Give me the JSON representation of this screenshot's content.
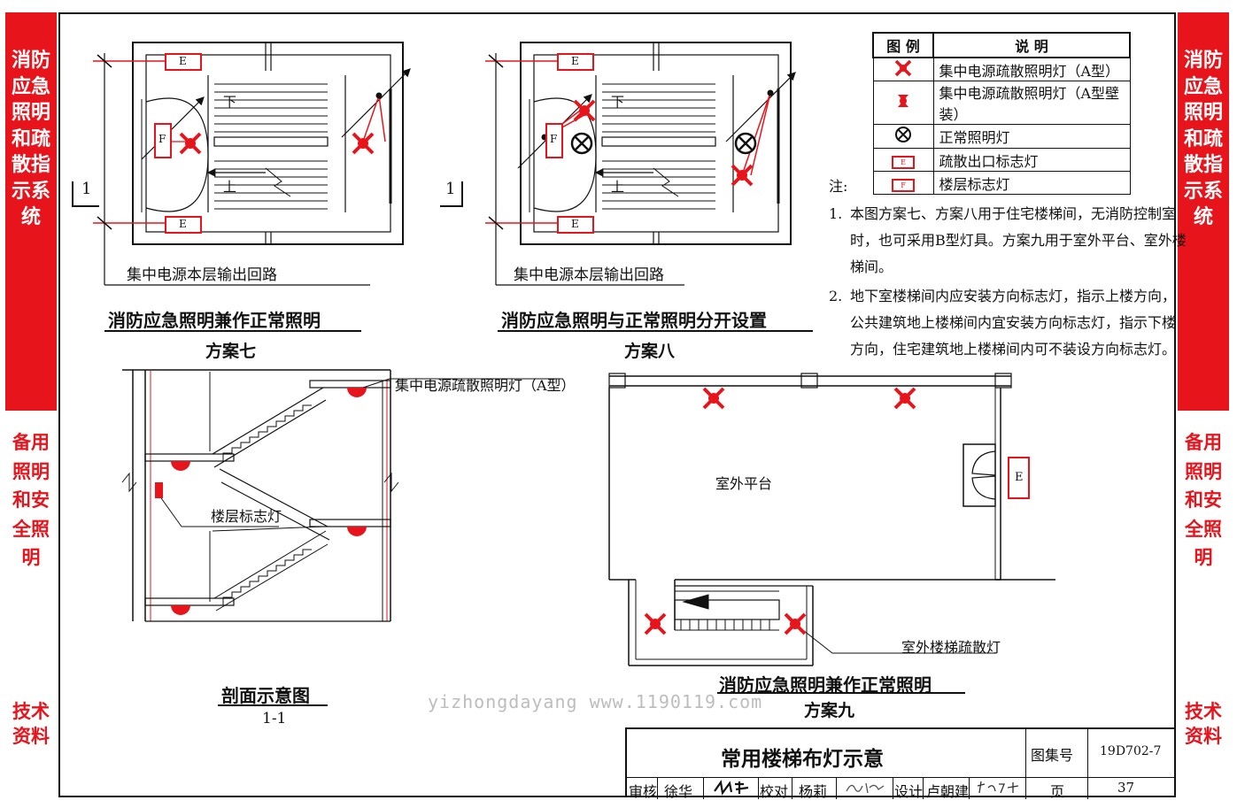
{
  "sidebar": {
    "left": {
      "top": "消防应急照明和疏散指示系统",
      "mid": "备用照明和安全照明",
      "bottom": "技术资料"
    },
    "right": {
      "top": "消防应急照明和疏散指示系统",
      "mid": "备用照明和安全照明",
      "bottom": "技术资料"
    }
  },
  "plan7": {
    "circuit": "集中电源本层输出回路",
    "caption": "消防应急照明兼作正常照明",
    "scheme": "方案七",
    "section_mark": "1",
    "up": "上",
    "down": "下",
    "exit_sign": "E",
    "floor_sign": "F"
  },
  "plan8": {
    "circuit": "集中电源本层输出回路",
    "caption": "消防应急照明与正常照明分开设置",
    "scheme": "方案八",
    "section_mark": "1",
    "up": "上",
    "down": "下",
    "exit_sign": "E",
    "floor_sign": "F"
  },
  "section": {
    "lamp_label": "集中电源疏散照明灯（A型）",
    "floor_sign_label": "楼层标志灯",
    "caption": "剖面示意图",
    "mark": "1-1"
  },
  "plan9": {
    "platform": "室外平台",
    "stair_lamp_label": "室外楼梯疏散灯",
    "caption": "消防应急照明兼作正常照明",
    "scheme": "方案九",
    "exit_sign": "E"
  },
  "legend": {
    "header_symbol": "图 例",
    "header_desc": "说 明",
    "rows": [
      {
        "icon": "lamp-a-icon",
        "desc": "集中电源疏散照明灯（A型）"
      },
      {
        "icon": "lamp-a-wall-icon",
        "desc": "集中电源疏散照明灯（A型壁装）"
      },
      {
        "icon": "normal-light-icon",
        "desc": "正常照明灯"
      },
      {
        "icon": "exit-sign-icon",
        "desc": "疏散出口标志灯",
        "glyph": "E"
      },
      {
        "icon": "floor-sign-icon",
        "desc": "楼层标志灯",
        "glyph": "F"
      }
    ]
  },
  "notes": {
    "title": "注:",
    "items": [
      {
        "num": "1.",
        "lines": [
          "本图方案七、方案八用于住宅楼梯间，无消防控制室",
          "时，也可采用B型灯具。方案九用于室外平台、室外楼",
          "梯间。"
        ]
      },
      {
        "num": "2.",
        "lines": [
          "地下室楼梯间内应安装方向标志灯，指示上楼方向，",
          "公共建筑地上楼梯间内宜安装方向标志灯，指示下楼",
          "方向，住宅建筑地上楼梯间内可不装设方向标志灯。"
        ]
      }
    ]
  },
  "watermark": "yizhongdayang www.1190119.com",
  "titleblock": {
    "title": "常用楼梯布灯示意",
    "atlas_label": "图集号",
    "atlas_no": "19D702-7",
    "review": "审核",
    "reviewer": "徐华",
    "check": "校对",
    "checker": "杨莉",
    "design": "设计",
    "designer": "卢朝建",
    "page_label": "页",
    "page_no": "37"
  },
  "colors": {
    "accent": "#e8141c",
    "line": "#111111"
  }
}
